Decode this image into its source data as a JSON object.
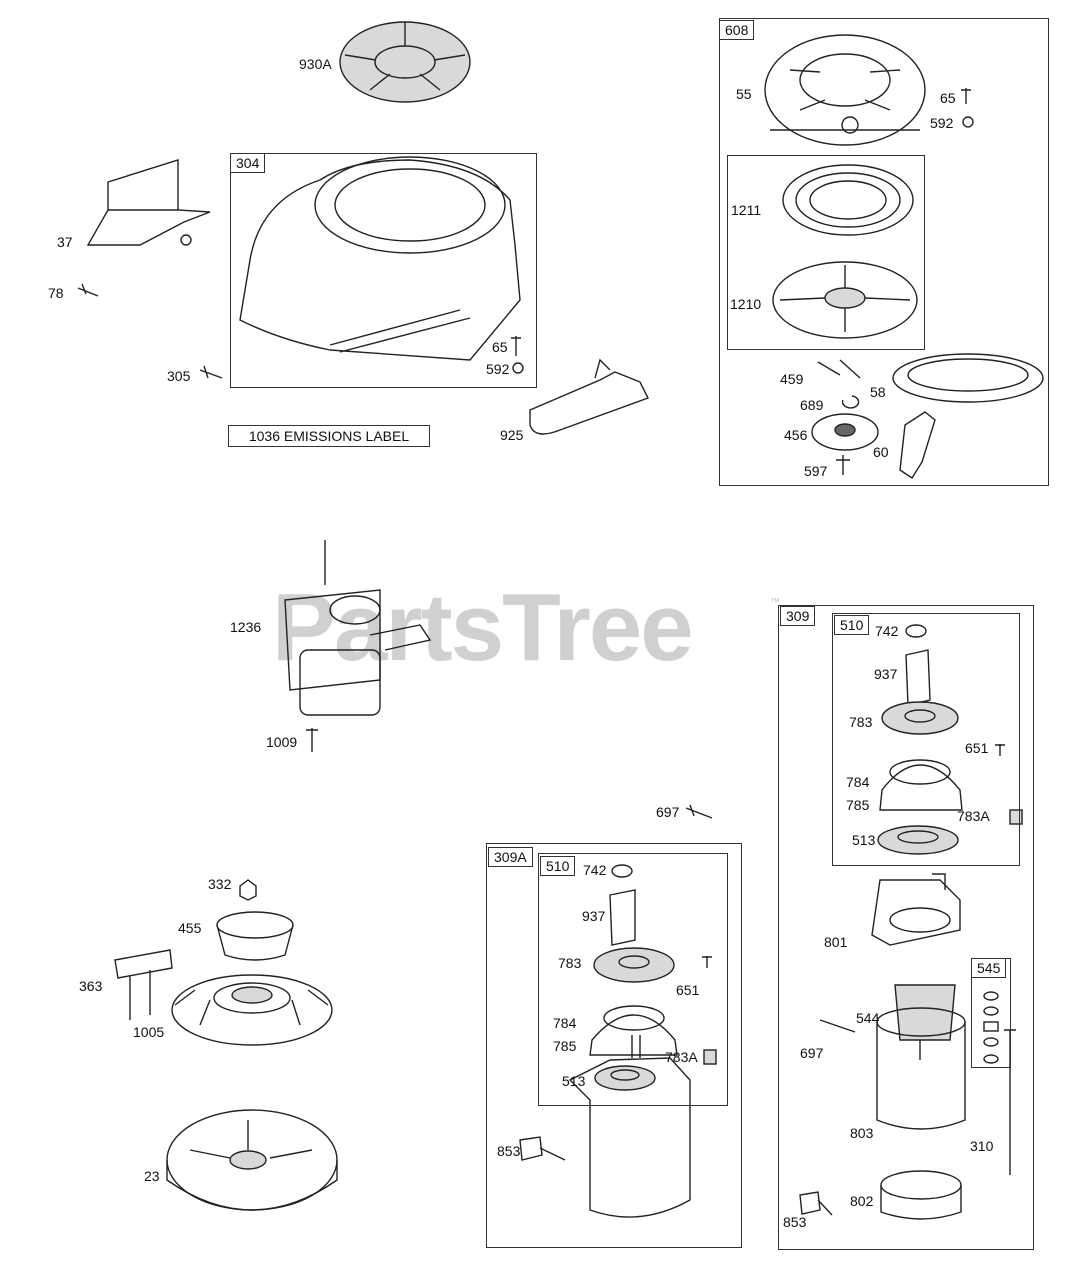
{
  "watermark": {
    "brand": "PartsTree",
    "tm": "™"
  },
  "emissions_label": "1036 EMISSIONS LABEL",
  "boxes": {
    "b304": "304",
    "b608": "608",
    "b309": "309",
    "b510a": "510",
    "b309a": "309A",
    "b510b": "510",
    "b545": "545"
  },
  "labels": {
    "l930a": "930A",
    "l37": "37",
    "l78": "78",
    "l305": "305",
    "l65a": "65",
    "l592a": "592",
    "l925": "925",
    "l55": "55",
    "l65b": "65",
    "l592b": "592",
    "l1211": "1211",
    "l1210": "1210",
    "l459": "459",
    "l58": "58",
    "l689": "689",
    "l456": "456",
    "l60": "60",
    "l597": "597",
    "l1236": "1236",
    "l1009": "1009",
    "l697a": "697",
    "l742a": "742",
    "l937a": "937",
    "l783a": "783",
    "l651a": "651",
    "l784a": "784",
    "l785a": "785",
    "l783Aa": "783A",
    "l513a": "513",
    "l801": "801",
    "l544": "544",
    "l697b": "697",
    "l803": "803",
    "l310": "310",
    "l802": "802",
    "l853a": "853",
    "l332": "332",
    "l455": "455",
    "l363": "363",
    "l1005": "1005",
    "l23": "23",
    "l742b": "742",
    "l937b": "937",
    "l783b": "783",
    "l651b": "651",
    "l784b": "784",
    "l785b": "785",
    "l783Ab": "783A",
    "l513b": "513",
    "l853b": "853"
  }
}
